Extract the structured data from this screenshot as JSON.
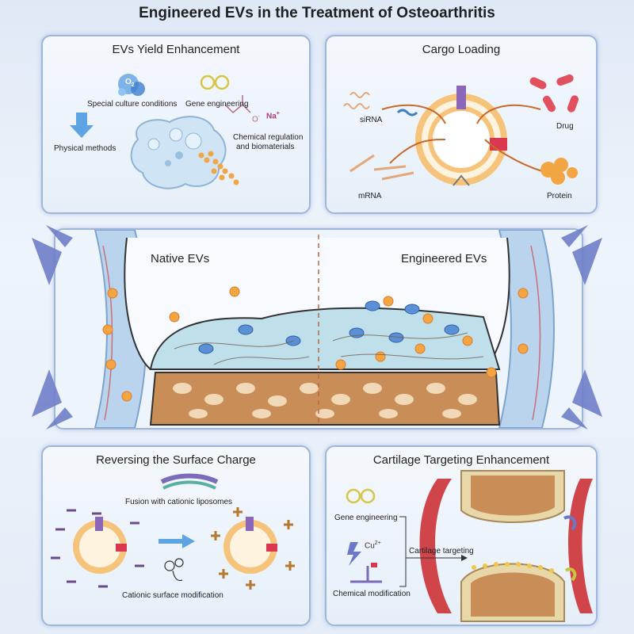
{
  "title": "Engineered EVs in the Treatment of Osteoarthritis",
  "panels": {
    "yield": {
      "title": "EVs Yield Enhancement",
      "labels": {
        "o2": "O",
        "special_culture": "Special culture conditions",
        "gene_engineering": "Gene engineering",
        "physical_methods": "Physical methods",
        "chemical_line1": "Chemical regulation",
        "chemical_line2": "and biomaterials",
        "na": "Na",
        "na_charge": "+",
        "o_minus": "O",
        "minus": "-"
      }
    },
    "cargo": {
      "title": "Cargo Loading",
      "labels": {
        "sirna": "siRNA",
        "drug": "Drug",
        "mrna": "mRNA",
        "protein": "Protein"
      }
    },
    "middle": {
      "native": "Native EVs",
      "engineered": "Engineered EVs"
    },
    "surface": {
      "title": "Reversing the Surface Charge",
      "labels": {
        "fusion": "Fusion with cationic liposomes",
        "cationic_mod": "Cationic surface modification"
      }
    },
    "cartilage": {
      "title": "Cartilage Targeting Enhancement",
      "labels": {
        "gene_engineering": "Gene engineering",
        "cu": "Cu",
        "cu_charge": "2+",
        "targeting": "Cartilage targeting",
        "chemical_mod": "Chemical modification"
      }
    }
  },
  "colors": {
    "panel_border": "#9fb6db",
    "arrow_blue": "#6f7fc9",
    "vesicle_orange": "#f2a542",
    "bone_brown": "#c98d57",
    "cartilage_blue": "#bfe0ea",
    "vessel_red": "#d0454a"
  }
}
